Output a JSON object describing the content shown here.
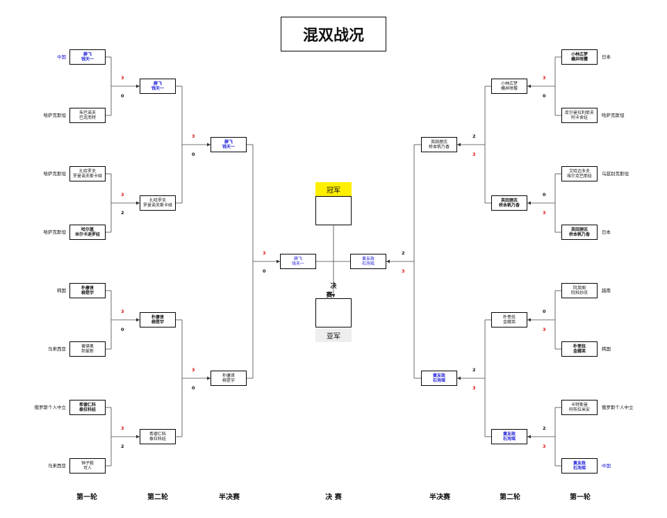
{
  "title": "混双战况",
  "champion_label": "冠军",
  "runner_up_label": "亚军",
  "final_label": "决赛",
  "round_labels": [
    "第一轮",
    "第二轮",
    "半决赛",
    "决 赛",
    "半决赛",
    "第二轮",
    "第一轮"
  ],
  "left": {
    "r1": [
      {
        "line1": "薛飞",
        "line2": "钱天一",
        "country": "中国",
        "score": "3"
      },
      {
        "line1": "朱巴诺夫",
        "line2": "巴克而特",
        "country": "哈萨克斯坦",
        "score": "0"
      },
      {
        "line1": "扎哈罗夫",
        "line2": "罗曼诺夫斯卡娅",
        "country": "哈萨克斯坦",
        "score": "3"
      },
      {
        "line1": "哈尔基",
        "line2": "米尔卡迪罗娃",
        "country": "哈萨克斯坦",
        "score": "2"
      },
      {
        "line1": "朴康贤",
        "line2": "柳是宇",
        "country": "韩国",
        "score": "3"
      },
      {
        "line1": "黄骐奥",
        "line2": "邦爱新",
        "country": "马来西亚",
        "score": "0"
      },
      {
        "line1": "希德仁科",
        "line2": "泰拉科娃",
        "country": "俄罗斯个人中立",
        "score": "3"
      },
      {
        "line1": "钟子毅",
        "line2": "可人",
        "country": "马来西亚",
        "score": "2"
      }
    ],
    "r2": [
      {
        "line1": "薛飞",
        "line2": "钱天一",
        "score": "3"
      },
      {
        "line1": "扎哈罗夫",
        "line2": "罗曼诺夫斯卡娅",
        "score": "0"
      },
      {
        "line1": "朴康贤",
        "line2": "柳是宇",
        "score": "3"
      },
      {
        "line1": "希德仁科",
        "line2": "泰拉科娃",
        "score": "0"
      }
    ],
    "sf": [
      {
        "line1": "薛飞",
        "line2": "钱天一",
        "score": "3"
      },
      {
        "line1": "朴康贤",
        "line2": "柳是宇",
        "score": "0"
      }
    ],
    "final": {
      "line1": "薛飞",
      "line2": "钱天一"
    }
  },
  "right": {
    "r1": [
      {
        "line1": "小林広梦",
        "line2": "横井咲樱",
        "country": "日本",
        "score": "3"
      },
      {
        "line1": "库尔曼拉利耶夫",
        "line2": "阿卡舍娃",
        "country": "哈萨克斯坦",
        "score": "0"
      },
      {
        "line1": "艾哈迈多夫",
        "line2": "埃尔克巴耶娃",
        "country": "乌兹别克斯坦",
        "score": "0"
      },
      {
        "line1": "英田理志",
        "line2": "桥本帆乃香",
        "country": "日本",
        "score": "3"
      },
      {
        "line1": "阮英图",
        "line2": "阮科妙庆",
        "country": "越南",
        "score": "0"
      },
      {
        "line1": "朴奎炫",
        "line2": "金娜英",
        "country": "韩国",
        "score": "3"
      },
      {
        "line1": "卡特斯曼",
        "line2": "阿布拉米安",
        "country": "俄罗斯个人中立",
        "score": "2"
      },
      {
        "line1": "黄友政",
        "line2": "石洵瑶",
        "country": "中国",
        "score": "3"
      }
    ],
    "r2": [
      {
        "line1": "小林広梦",
        "line2": "横井咲樱",
        "score": "2"
      },
      {
        "line1": "英田理志",
        "line2": "桥本帆乃香",
        "score": "3"
      },
      {
        "line1": "朴奎炫",
        "line2": "金娜英",
        "score": "2"
      },
      {
        "line1": "黄友政",
        "line2": "石洵瑶",
        "score": "3"
      }
    ],
    "sf": [
      {
        "line1": "英田理志",
        "line2": "桥本帆乃香",
        "score": "2"
      },
      {
        "line1": "黄友政",
        "line2": "石洵瑶",
        "score": "3"
      }
    ],
    "final": {
      "line1": "黄友政",
      "line2": "石洵瑶"
    }
  },
  "colors": {
    "winner_score": "#e01010",
    "china": "#1a1ad6",
    "champion_bg": "#ffef00",
    "runner_up_bg": "#eeeeee"
  }
}
